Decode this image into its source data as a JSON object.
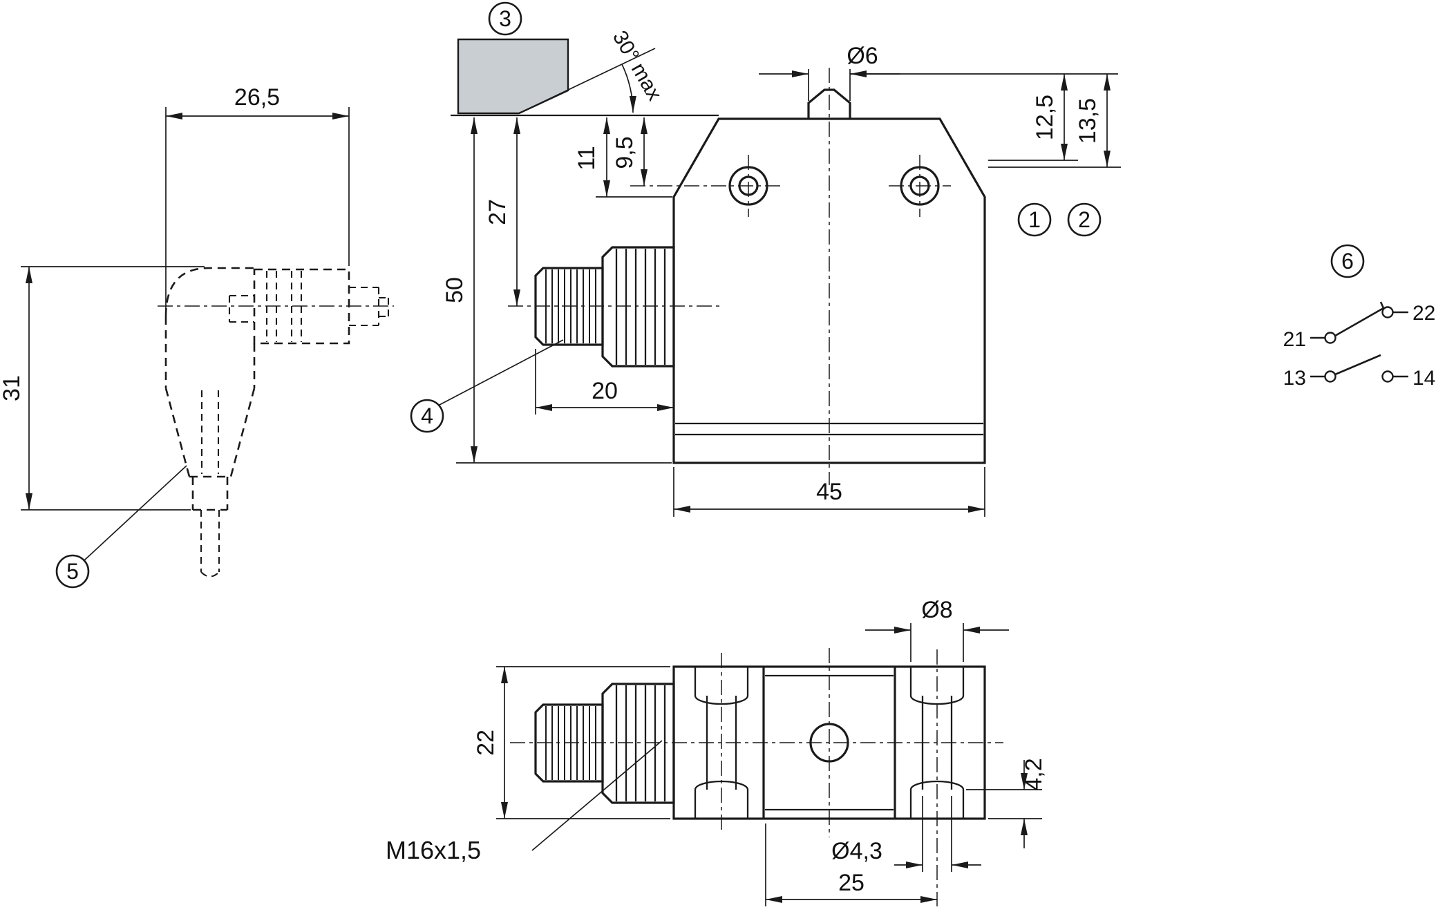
{
  "drawing": {
    "bg": "#ffffff",
    "line_color": "#1a1a1a",
    "cam_fill": "#c9ced3",
    "connector_view": {
      "dim_width": "26,5",
      "dim_height": "31",
      "callout": "5"
    },
    "cam": {
      "angle": "30° max",
      "callout": "3"
    },
    "front_view": {
      "plunger_dia": "Ø6",
      "dim_11": "11",
      "dim_9_5": "9,5",
      "dim_27": "27",
      "dim_50": "50",
      "dim_12_5": "12,5",
      "dim_13_5": "13,5",
      "dim_20": "20",
      "dim_45": "45",
      "callout_1": "1",
      "callout_2": "2",
      "callout_4": "4"
    },
    "bottom_view": {
      "dim_22": "22",
      "dia_8": "Ø8",
      "dim_4_2": "4,2",
      "dia_4_3": "Ø4,3",
      "dim_25": "25",
      "thread_label": "M16x1,5"
    },
    "circuit": {
      "callout": "6",
      "terminal_21": "21",
      "terminal_22": "22",
      "terminal_13": "13",
      "terminal_14": "14"
    }
  }
}
